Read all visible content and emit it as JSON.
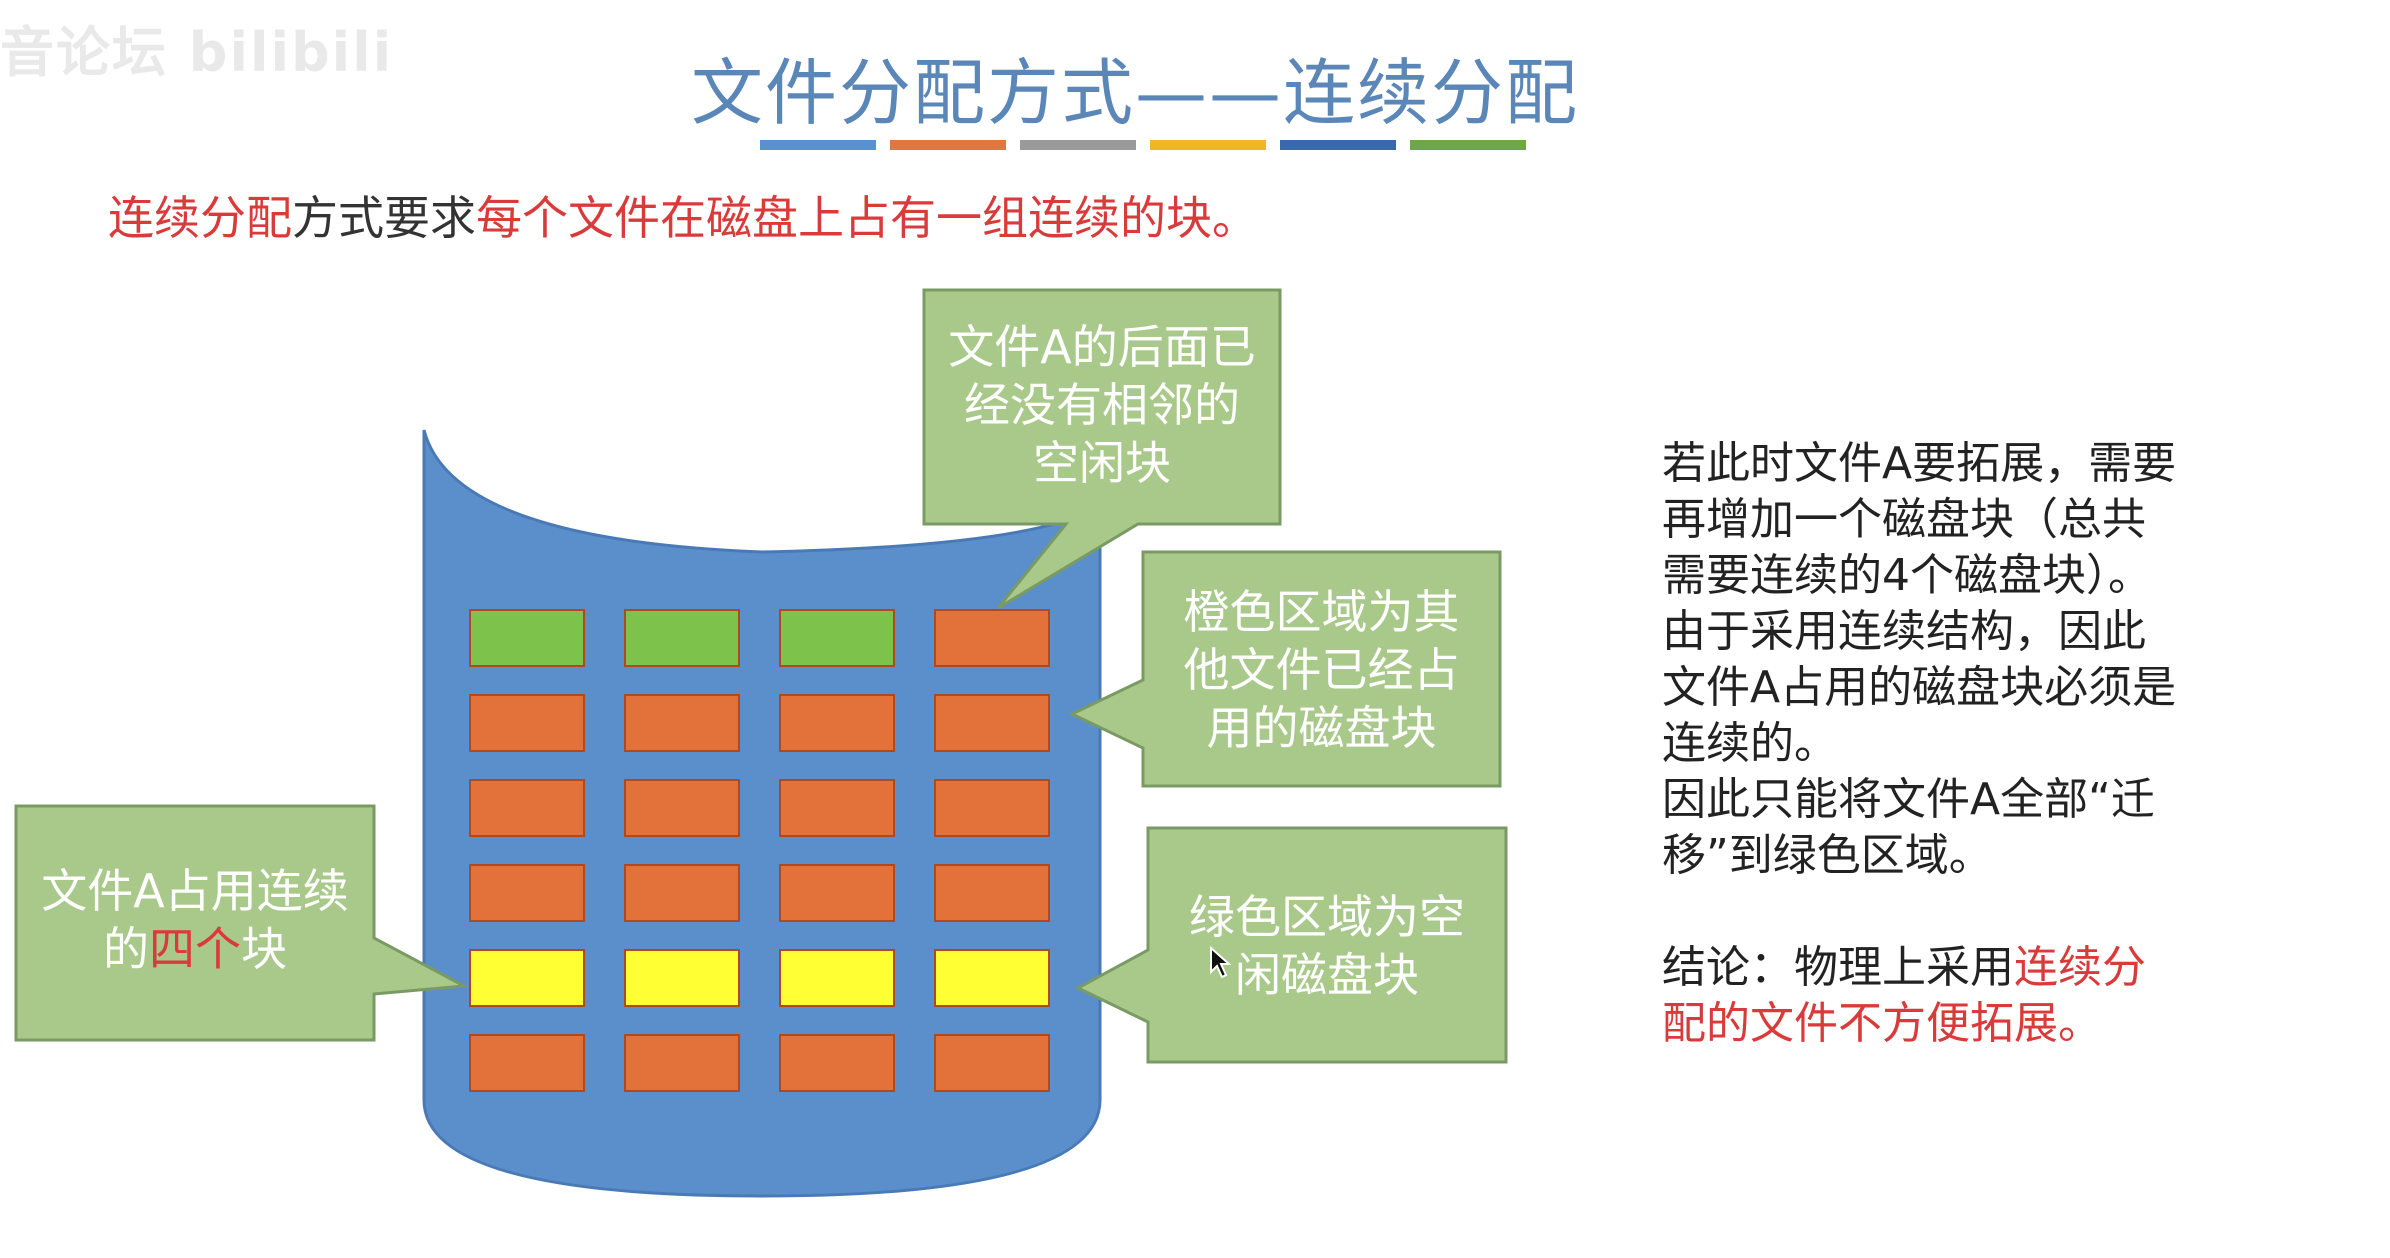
{
  "watermark": "音论坛 bilibili",
  "title": "文件分配方式——连续分配",
  "title_stripes": [
    "#5b8fd1",
    "#e2773d",
    "#9a9a9a",
    "#f1b628",
    "#3b66b0",
    "#6ea64a"
  ],
  "intro": {
    "part1": "连续分配",
    "part2": "方式要求",
    "part3": "每个文件在磁盘上占有一组连续的块。"
  },
  "disk": {
    "colors": {
      "disk_body": "#5b8fcb",
      "free_block": "#7dc24b",
      "used_block": "#e2713a",
      "file_a_block": "#ffff33",
      "callout_bg": "#a9c98b"
    },
    "rows": [
      [
        "free",
        "free",
        "free",
        "used"
      ],
      [
        "used",
        "used",
        "used",
        "used"
      ],
      [
        "used",
        "used",
        "used",
        "used"
      ],
      [
        "used",
        "used",
        "used",
        "used"
      ],
      [
        "file-a",
        "file-a",
        "file-a",
        "file-a"
      ],
      [
        "used",
        "used",
        "used",
        "used"
      ]
    ]
  },
  "callouts": {
    "no_adjacent": [
      "文件A的后面已",
      "经没有相邻的",
      "空闲块"
    ],
    "orange": [
      "橙色区域为其",
      "他文件已经占",
      "用的磁盘块"
    ],
    "green": [
      "绿色区域为空",
      "闲磁盘块"
    ],
    "file_a": {
      "line1": "文件A占用连续",
      "line2_pre": "的",
      "line2_red": "四个",
      "line2_post": "块"
    }
  },
  "side": {
    "lines": [
      "若此时文件A要拓展，需要",
      "再增加一个磁盘块（总共",
      "需要连续的4个磁盘块）。",
      "由于采用连续结构，因此",
      "文件A占用的磁盘块必须是",
      "连续的。",
      "因此只能将文件A全部“迁",
      "移”到绿色区域。"
    ],
    "conclusion_line1_pre": "结论：物理上采用",
    "conclusion_line1_red": "连续分",
    "conclusion_line2_red": "配的文件不方便拓展。"
  }
}
